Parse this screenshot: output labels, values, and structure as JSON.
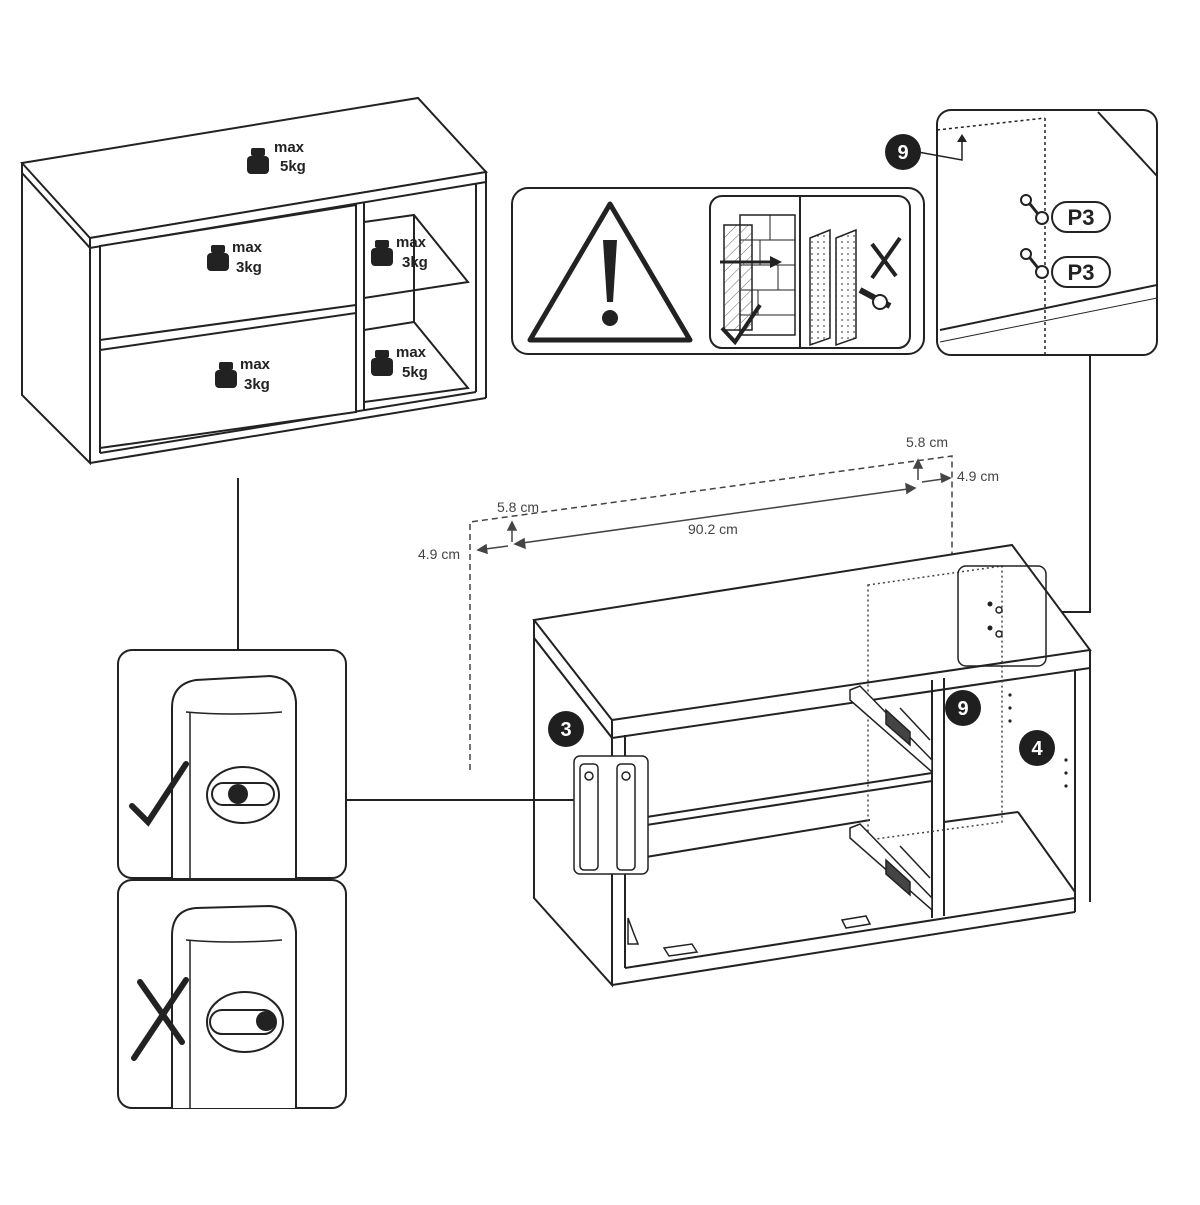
{
  "load_labels": {
    "top": {
      "word": "max",
      "value": "5kg"
    },
    "drawer_upper": {
      "word": "max",
      "value": "3kg"
    },
    "shelf_upper": {
      "word": "max",
      "value": "3kg"
    },
    "drawer_lower": {
      "word": "max",
      "value": "3kg"
    },
    "shelf_lower": {
      "word": "max",
      "value": "5kg"
    }
  },
  "dimensions": {
    "top_left_vertical": "5.8 cm",
    "left_horizontal": "4.9 cm",
    "hole_spacing": "90.2 cm",
    "top_right_vertical": "5.8 cm",
    "right_horizontal": "4.9 cm"
  },
  "step_badges": {
    "detail_step": "9",
    "cabinet_step": "9",
    "hinge_step": "3",
    "drawer_step": "4"
  },
  "parts": {
    "upper_screw": "P3",
    "lower_screw": "P3"
  },
  "colors": {
    "line": "#222222",
    "badge_fill": "#1f1f1f",
    "background": "#ffffff"
  }
}
